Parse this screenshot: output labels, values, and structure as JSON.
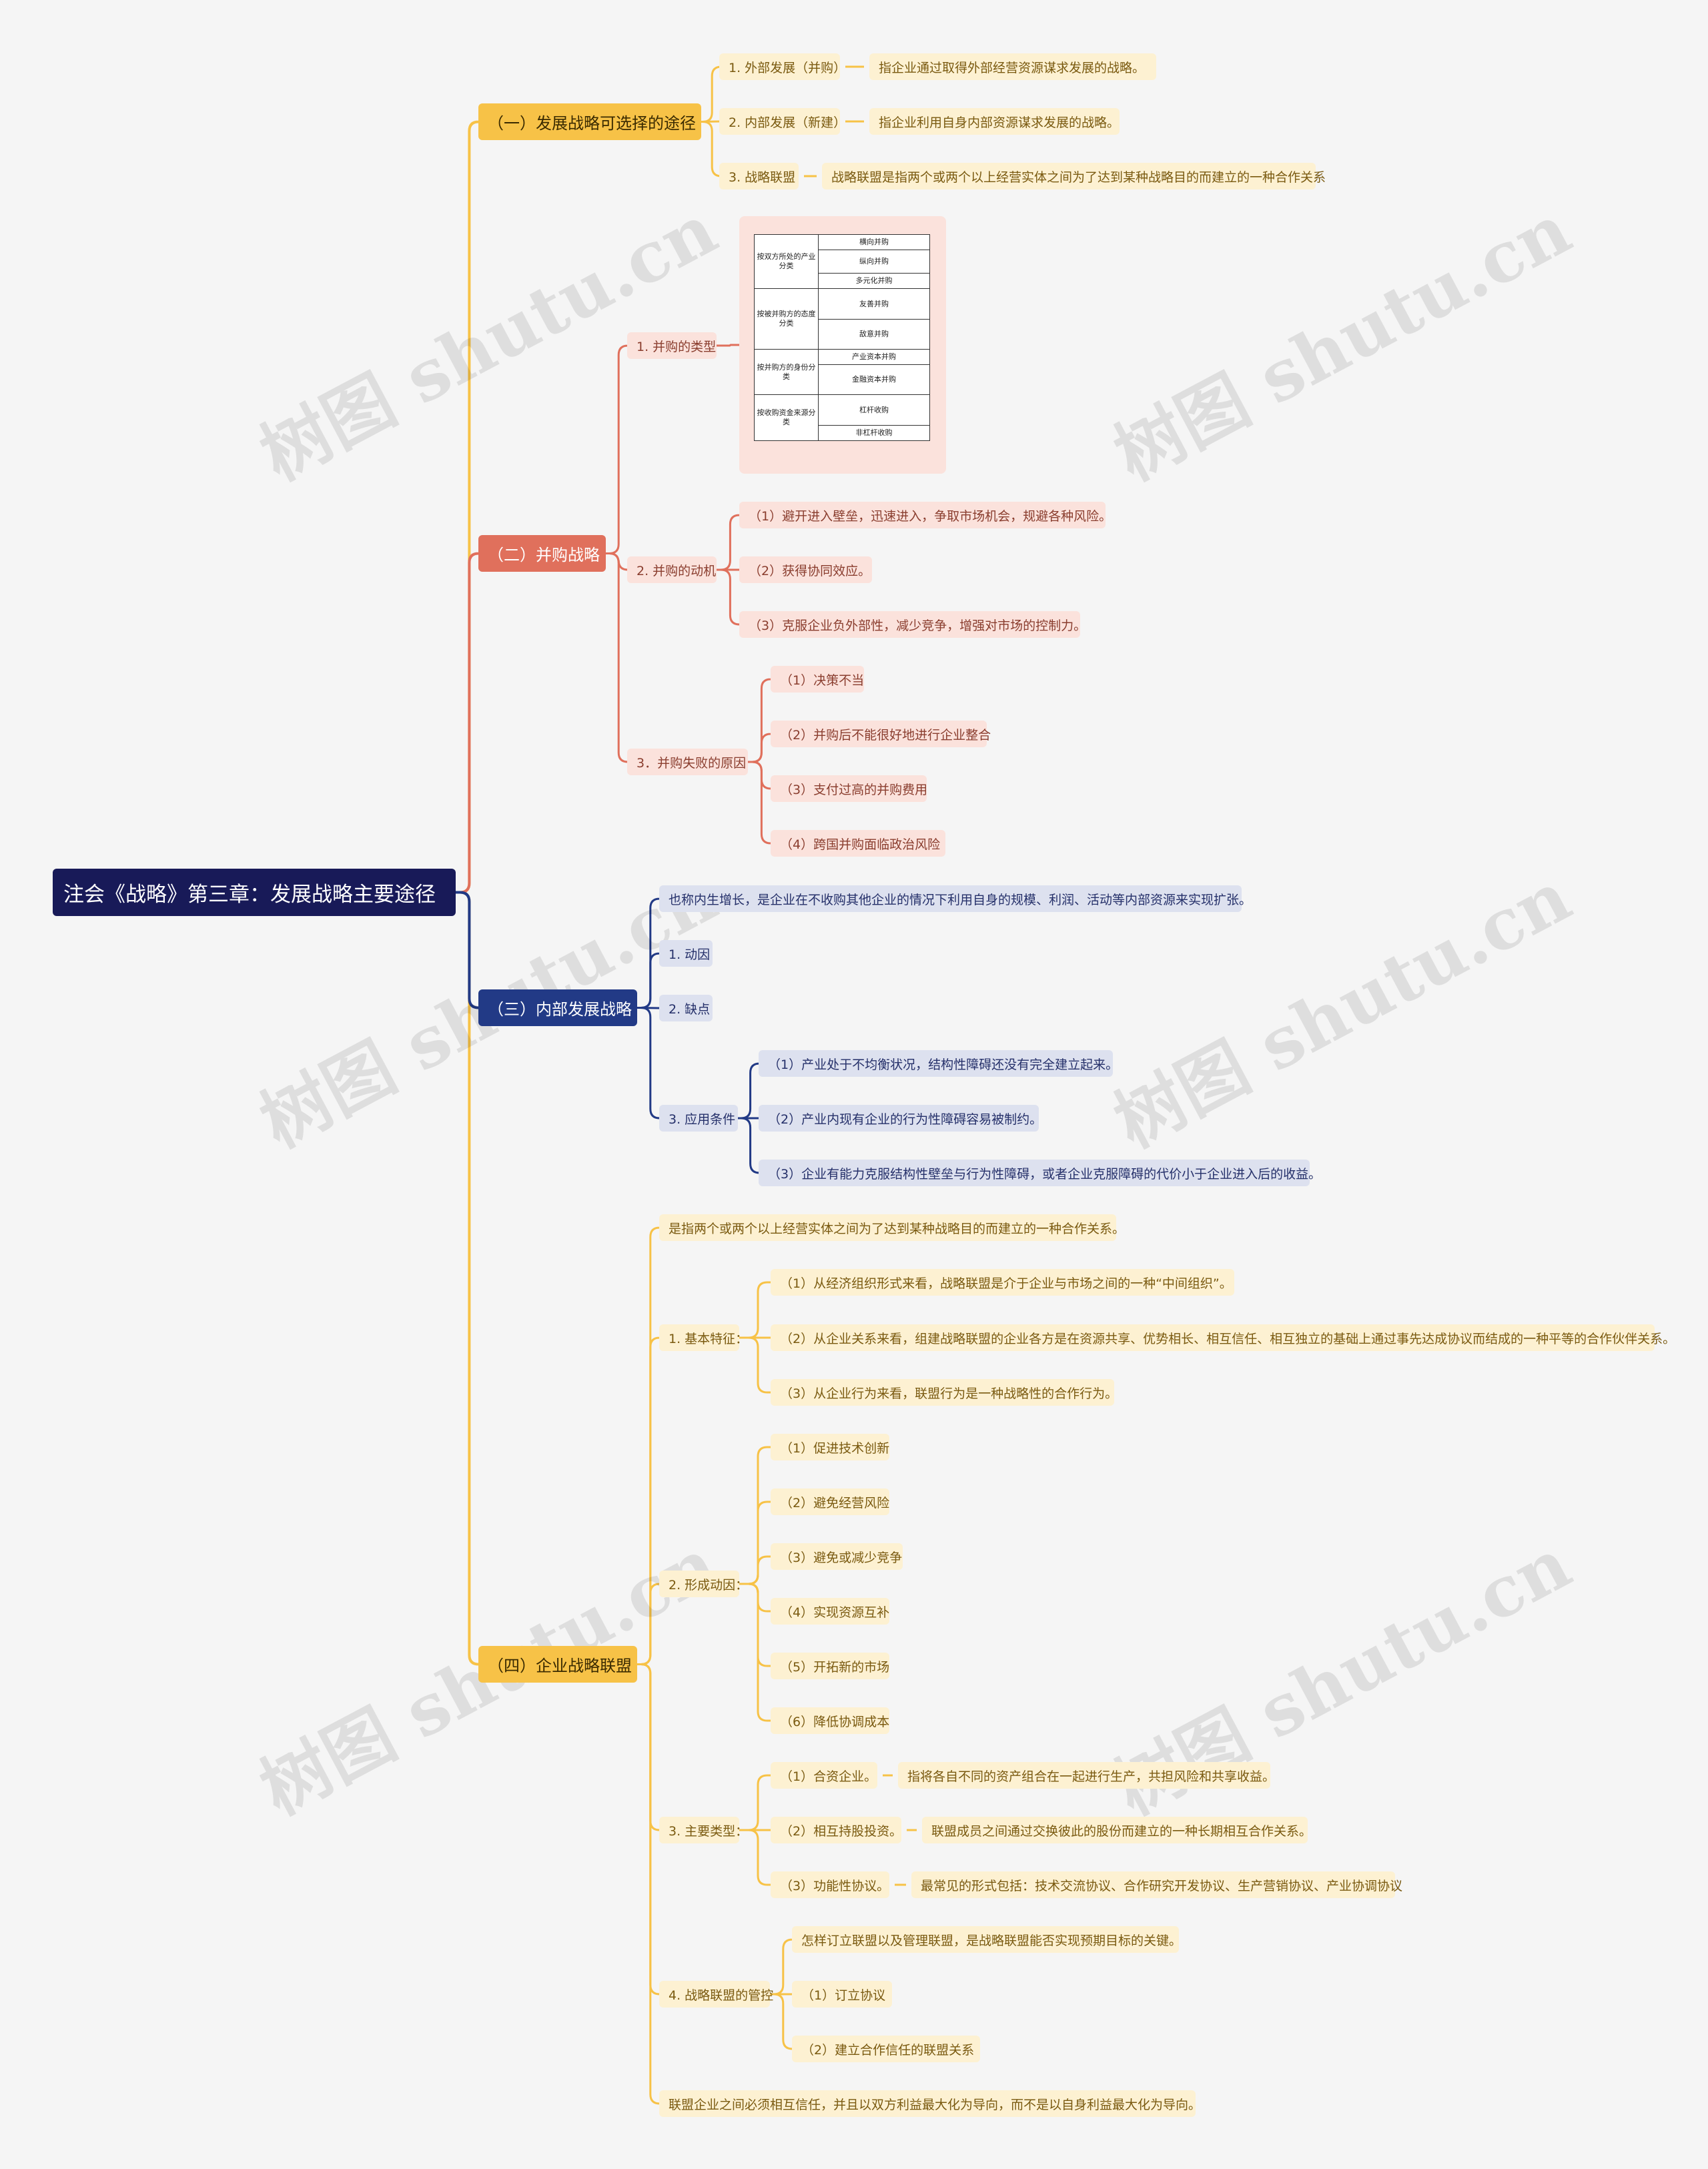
{
  "title": "注会《战略》第三章：发展战略主要途径",
  "watermark": "树图 shutu.cn",
  "colors": {
    "root": "#181a58",
    "branch1": "#f7c247",
    "branch2": "#e0705c",
    "branch3": "#223a86",
    "branch4": "#f7c247",
    "bg": "#f5f5f5"
  },
  "b1": {
    "label": "（一）发展战略可选择的途径",
    "c1": {
      "label": "1. 外部发展（并购）",
      "desc": "指企业通过取得外部经营资源谋求发展的战略。"
    },
    "c2": {
      "label": "2. 内部发展（新建）",
      "desc": "指企业利用自身内部资源谋求发展的战略。"
    },
    "c3": {
      "label": "3. 战略联盟",
      "desc": "战略联盟是指两个或两个以上经营实体之间为了达到某种战略目的而建立的一种合作关系"
    }
  },
  "b2": {
    "label": "（二）并购战略",
    "types": {
      "label": "1. 并购的类型",
      "table": [
        {
          "cat": "按双方所处的产业分类",
          "items": [
            "横向并购",
            "纵向并购",
            "多元化并购"
          ]
        },
        {
          "cat": "按被并购方的态度分类",
          "items": [
            "友善并购",
            "敌意并购"
          ]
        },
        {
          "cat": "按并购方的身份分类",
          "items": [
            "产业资本并购",
            "金融资本并购"
          ]
        },
        {
          "cat": "按收购资金来源分类",
          "items": [
            "杠杆收购",
            "非杠杆收购"
          ]
        }
      ]
    },
    "motive": {
      "label": "2. 并购的动机",
      "items": [
        "（1）避开进入壁垒，迅速进入，争取市场机会，规避各种风险。",
        "（2）获得协同效应。",
        "（3）克服企业负外部性，减少竞争，增强对市场的控制力。"
      ]
    },
    "fail": {
      "label": "3．并购失败的原因",
      "items": [
        "（1）决策不当",
        "（2）并购后不能很好地进行企业整合",
        "（3）支付过高的并购费用",
        "（4）跨国并购面临政治风险"
      ]
    }
  },
  "b3": {
    "label": "（三）内部发展战略",
    "def": "也称内生增长，是企业在不收购其他企业的情况下利用自身的规模、利润、活动等内部资源来实现扩张。",
    "motive": "1. 动因",
    "cons": "2. 缺点",
    "cond": {
      "label": "3. 应用条件",
      "items": [
        "（1）产业处于不均衡状况，结构性障碍还没有完全建立起来。",
        "（2）产业内现有企业的行为性障碍容易被制约。",
        "（3）企业有能力克服结构性壁垒与行为性障碍，或者企业克服障碍的代价小于企业进入后的收益。"
      ]
    }
  },
  "b4": {
    "label": "（四）企业战略联盟",
    "def": "是指两个或两个以上经营实体之间为了达到某种战略目的而建立的一种合作关系。",
    "feat": {
      "label": "1. 基本特征：",
      "items": [
        "（1）从经济组织形式来看，战略联盟是介于企业与市场之间的一种“中间组织”。",
        "（2）从企业关系来看，组建战略联盟的企业各方是在资源共享、优势相长、相互信任、相互独立的基础上通过事先达成协议而结成的一种平等的合作伙伴关系。",
        "（3）从企业行为来看，联盟行为是一种战略性的合作行为。"
      ]
    },
    "reason": {
      "label": "2. 形成动因：",
      "items": [
        "（1）促进技术创新",
        "（2）避免经营风险",
        "（3）避免或减少竞争",
        "（4）实现资源互补",
        "（5）开拓新的市场",
        "（6）降低协调成本"
      ]
    },
    "kinds": {
      "label": "3. 主要类型：",
      "items": [
        {
          "label": "（1）合资企业。",
          "desc": "指将各自不同的资产组合在一起进行生产，共担风险和共享收益。"
        },
        {
          "label": "（2）相互持股投资。",
          "desc": "联盟成员之间通过交换彼此的股份而建立的一种长期相互合作关系。"
        },
        {
          "label": "（3）功能性协议。",
          "desc": "最常见的形式包括：技术交流协议、合作研究开发协议、生产营销协议、产业协调协议"
        }
      ]
    },
    "ctrl": {
      "label": "4. 战略联盟的管控",
      "items": [
        "怎样订立联盟以及管理联盟，是战略联盟能否实现预期目标的关键。",
        "（1）订立协议",
        "（2）建立合作信任的联盟关系"
      ]
    },
    "end": "联盟企业之间必须相互信任，并且以双方利益最大化为导向，而不是以自身利益最大化为导向。"
  }
}
